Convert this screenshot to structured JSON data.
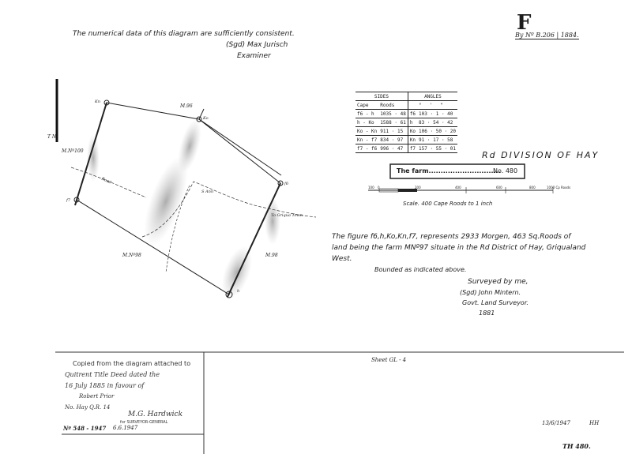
{
  "header": {
    "note": "The numerical data of this diagram are sufficiently consistent.",
    "signed": "(Sgd) Max Jurisch",
    "role": "Examiner",
    "letter": "F",
    "ref": "By Nº B.206 | 1884."
  },
  "table": {
    "sides_title": "SIDES",
    "angles_title": "ANGLES",
    "sides_subheads": [
      "Cape",
      "Roods"
    ],
    "angle_subheads": [
      "°",
      "'",
      "\""
    ],
    "rows": [
      {
        "side": "f6 - h",
        "len": "1035 · 48",
        "pt": "f6",
        "a": "103 · 1 · 40"
      },
      {
        "side": "h - Ko",
        "len": "1588 · 61",
        "pt": "h",
        "a": "83 · 54 · 42"
      },
      {
        "side": "Ko - Kn",
        "len": "911 · 15",
        "pt": "Ko",
        "a": "106 · 50 · 20"
      },
      {
        "side": "Kn - f7",
        "len": "834 · 97",
        "pt": "Kn",
        "a": "91 · 17 · 58"
      },
      {
        "side": "f7 - f6",
        "len": "996 · 47",
        "pt": "f7",
        "a": "157 · 55 · 01"
      }
    ]
  },
  "division": "Rd DIVISION OF HAY",
  "farm_label": "The farm",
  "farm_no": "No. 480",
  "scale_ticks": [
    "100",
    "0",
    "200",
    "400",
    "600",
    "800",
    "1000 Cp Roods"
  ],
  "scale_caption": "Scale. 400 Cape Roods to 1 inch",
  "description": [
    "The figure f6,h,Ko,Kn,f7, represents 2933 Morgen, 463 Sq.Roods of",
    "land being the farm MNº97 situate in the Rd District of Hay, Griqualand",
    "West."
  ],
  "bounded": "Bounded as indicated above.",
  "surveyor": [
    "Surveyed by me,",
    "(Sgd) John Mintern.",
    "Govt. Land Surveyor.",
    "1881"
  ],
  "plan_labels": {
    "true_north": "T N",
    "mn100": "M.Nº100",
    "mn96": "M.96",
    "mn98a": "M.Nº98",
    "mn98b": "M.98",
    "kn": "Kn",
    "ko": "Ko",
    "f6": "f6",
    "f7": "f7",
    "h": "h",
    "road": "Road",
    "spring": "S Ann",
    "river": "To Griqua Town"
  },
  "footer": {
    "copied": [
      "Copied from the diagram attached to",
      "Quitrent Title Deed dated the",
      "16 July 1885 in favour of",
      "Robert Prior",
      "No. Hay Q.R. 14"
    ],
    "sg_sign": "M.G. Hardwick",
    "sg_role": "for SURVEYOR-GENERAL",
    "no": "Nº 548 - 1947",
    "no_date": "6.6.1947",
    "sheet": "Sheet GL - 4",
    "date": "13/6/1947",
    "initials": "HH",
    "th": "TH 480."
  }
}
